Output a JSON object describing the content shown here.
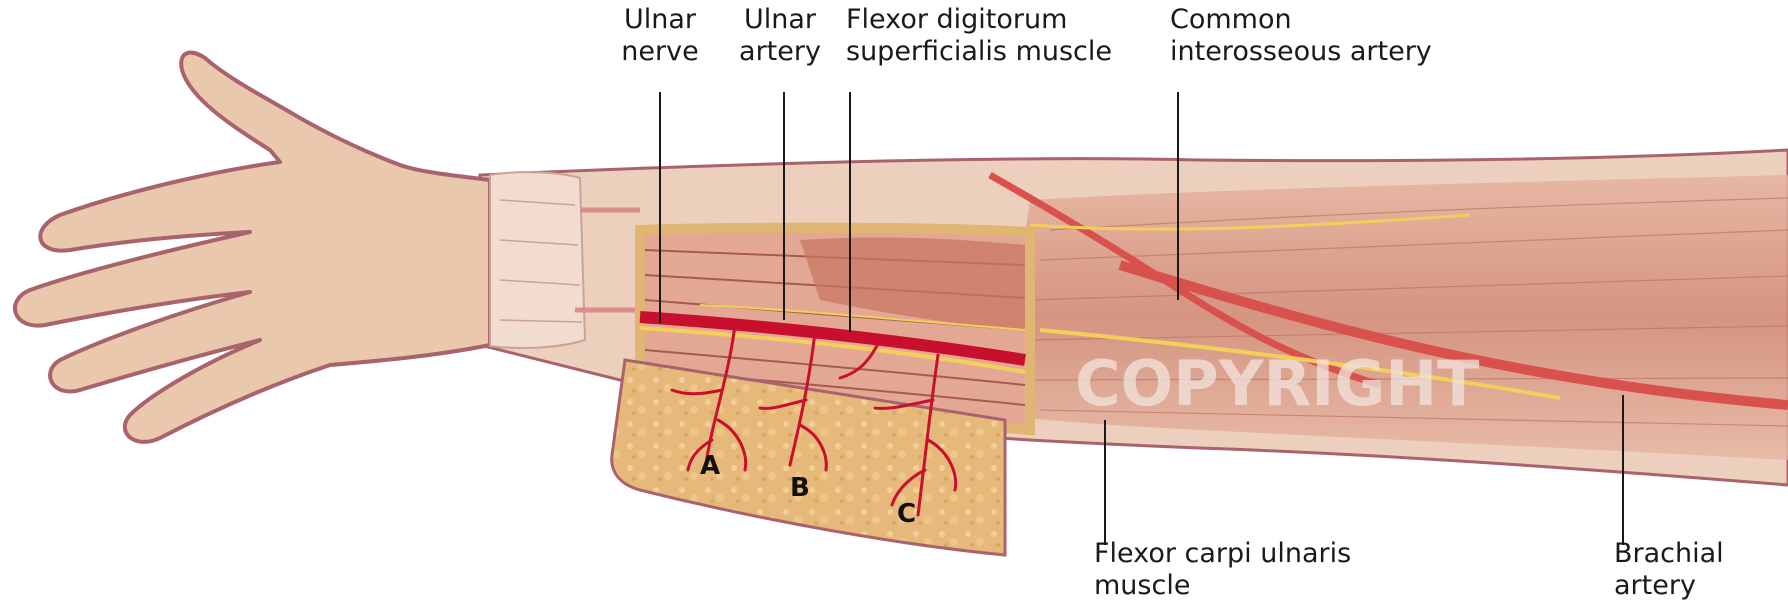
{
  "labels": {
    "ulnar_nerve": [
      "Ulnar",
      "nerve"
    ],
    "ulnar_artery": [
      "Ulnar",
      "artery"
    ],
    "fds_muscle": [
      "Flexor digitorum",
      "superficialis muscle"
    ],
    "common_interosseous_artery": [
      "Common",
      "interosseous artery"
    ],
    "fcu_muscle": [
      "Flexor carpi ulnaris",
      "muscle"
    ],
    "brachial_artery": [
      "Brachial",
      "artery"
    ]
  },
  "flap_markers": [
    "A",
    "B",
    "C"
  ],
  "watermark": "COPYRIGHT",
  "colors": {
    "skin": "#e9c8ae",
    "skin_outline": "#a8636c",
    "muscle": "#d48b78",
    "artery": "#c8102e",
    "nerve": "#f2cf5a",
    "fat_flap": "#e8bd7d"
  }
}
